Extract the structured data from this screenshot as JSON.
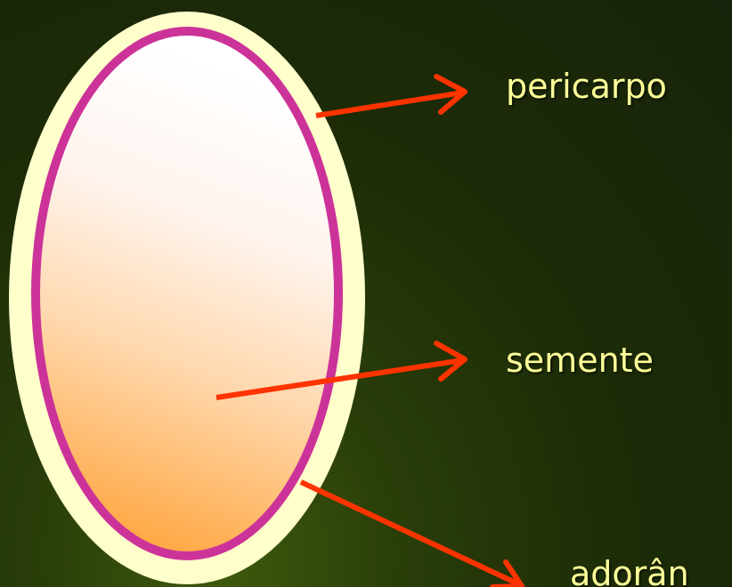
{
  "labels": {
    "pericarpo": "pericarpo",
    "semente": "semente",
    "cutoff": "adorân"
  },
  "colors": {
    "background": "#1d2c07",
    "outer_ring": "#ffffcc",
    "pericarp_ring": "#cc3399",
    "seed_top": "#ffffff",
    "seed_bottom": "#ffa640",
    "arrow": "#ff3300",
    "label_text": "#ffff99"
  },
  "icons": {
    "arrow": "arrow-right-icon"
  }
}
